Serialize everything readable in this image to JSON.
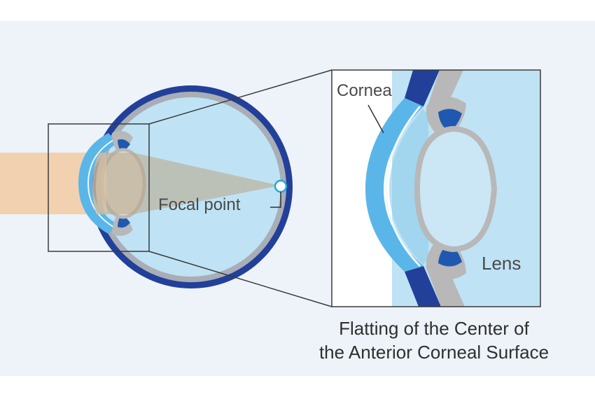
{
  "labels": {
    "focal_point": "Focal point",
    "cornea": "Cornea",
    "lens": "Lens"
  },
  "caption": {
    "line1": "Flatting of the Center of",
    "line2": "the Anterior Corneal Surface"
  },
  "colors": {
    "background": "#edf3f9",
    "sclera": "#22409a",
    "cornea": "#5ab6e8",
    "eye_interior": "#bfe3f5",
    "light_beam": "#f1d1b0",
    "gray_tissue": "#b8b8b8"
  }
}
